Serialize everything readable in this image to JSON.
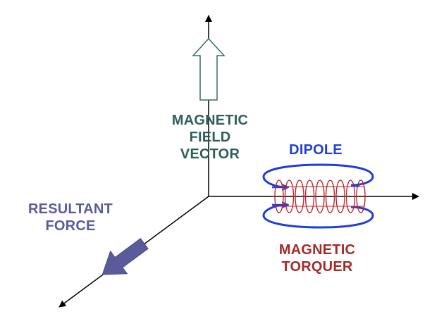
{
  "labels": {
    "magnetic_field_vector": [
      "MAGNETIC",
      "FIELD",
      "VECTOR"
    ],
    "dipole": "DIPOLE",
    "resultant_force": [
      "RESULTANT",
      "FORCE"
    ],
    "magnetic_torquer": [
      "MAGNETIC",
      "TORQUER"
    ]
  },
  "colors": {
    "field_label": "#2f5f5a",
    "dipole": "#1f3fd6",
    "force": "#5b5b9c",
    "torquer": "#a52a2a",
    "coil": "#c0272d",
    "axes": "#000000",
    "field_arrow_stroke": "#3a6b63"
  },
  "coil": {
    "turns": 9
  }
}
